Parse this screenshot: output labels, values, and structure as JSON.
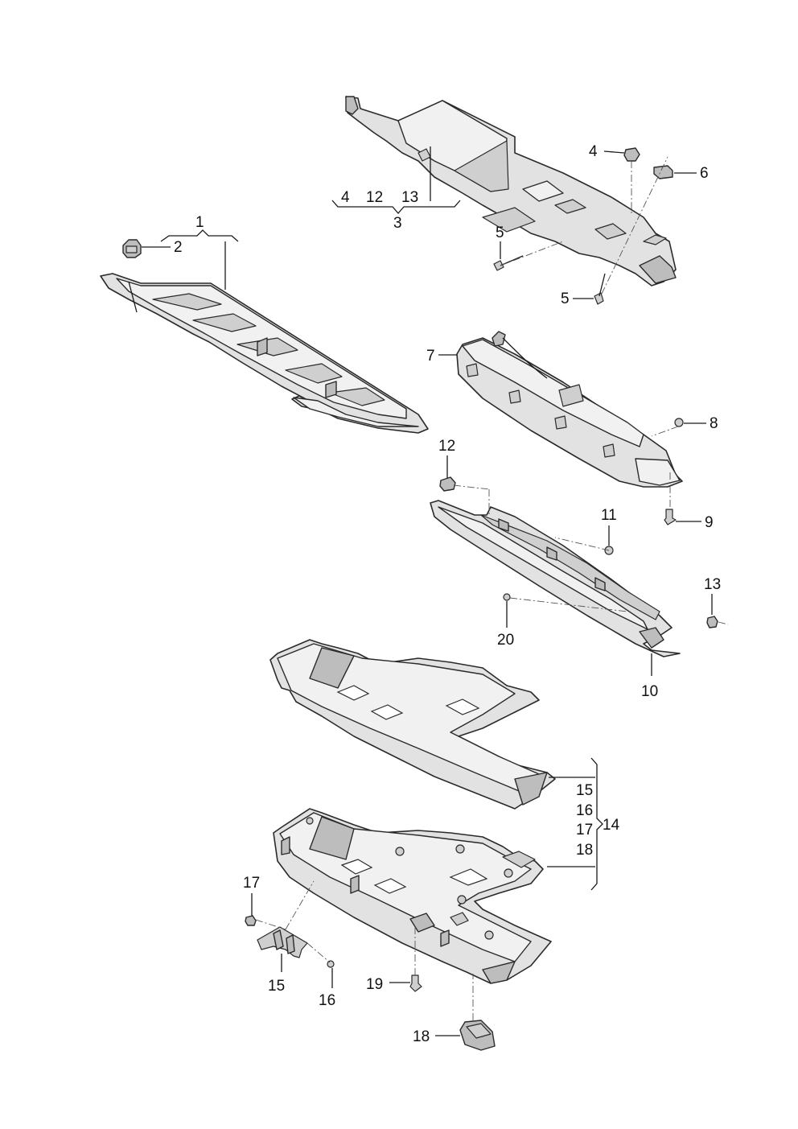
{
  "callouts": {
    "c1": "1",
    "c2": "2",
    "c3": "3",
    "c4a": "4",
    "c4b": "4",
    "c12a": "12",
    "c13a": "13",
    "c5a": "5",
    "c5b": "5",
    "c6": "6",
    "c7": "7",
    "c8": "8",
    "c9": "9",
    "c10": "10",
    "c11": "11",
    "c12b": "12",
    "c13b": "13",
    "c14": "14",
    "c15a": "15",
    "c16a": "16",
    "c17a": "17",
    "c18a": "18",
    "c15b": "15",
    "c16b": "16",
    "c17b": "17",
    "c18b": "18",
    "c19": "19",
    "c20": "20"
  }
}
